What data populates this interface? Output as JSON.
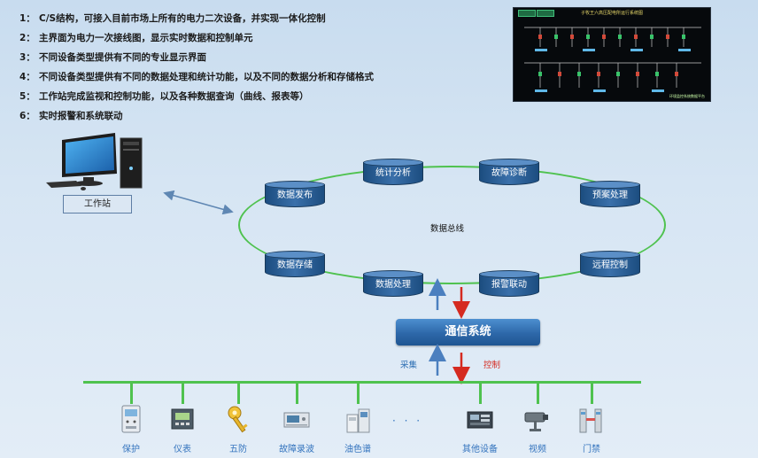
{
  "features": [
    {
      "num": "1：",
      "text": "C/S结构，可接入目前市场上所有的电力二次设备，并实现一体化控制"
    },
    {
      "num": "2：",
      "text": "主界面为电力一次接线图，显示实时数据和控制单元"
    },
    {
      "num": "3：",
      "text": "不同设备类型提供有不同的专业显示界面"
    },
    {
      "num": "4：",
      "text": "不同设备类型提供有不同的数据处理和统计功能，以及不同的数据分析和存储格式"
    },
    {
      "num": "5：",
      "text": "工作站完成监视和控制功能，以及各种数据查询（曲线、报表等）"
    },
    {
      "num": "6：",
      "text": "实时报警和系统联动"
    }
  ],
  "scada": {
    "title": "子牧王六高压配电所运行系统图",
    "footer": "环境监控系统数据平台"
  },
  "workstation": {
    "label": "工作站"
  },
  "bus": {
    "label": "数据总线"
  },
  "nodes": {
    "stats": "统计分析",
    "diag": "故障诊断",
    "publish": "数据发布",
    "plan": "预案处理",
    "storage": "数据存储",
    "remote": "远程控制",
    "process": "数据处理",
    "alarm": "报警联动"
  },
  "comm": {
    "label": "通信系统"
  },
  "labels": {
    "collect": "采集",
    "control": "控制"
  },
  "devices": {
    "protect": "保护",
    "meter": "仪表",
    "wufang": "五防",
    "recorder": "故障录波",
    "oilchrom": "油色谱",
    "ellipsis": "· · ·",
    "other": "其他设备",
    "video": "视频",
    "access": "门禁"
  },
  "colors": {
    "bus_green": "#4fc24f",
    "node_blue": "#2d68a9",
    "arrow_up": "#4b7fbf",
    "arrow_down": "#d52a20",
    "device_label": "#3474be"
  }
}
